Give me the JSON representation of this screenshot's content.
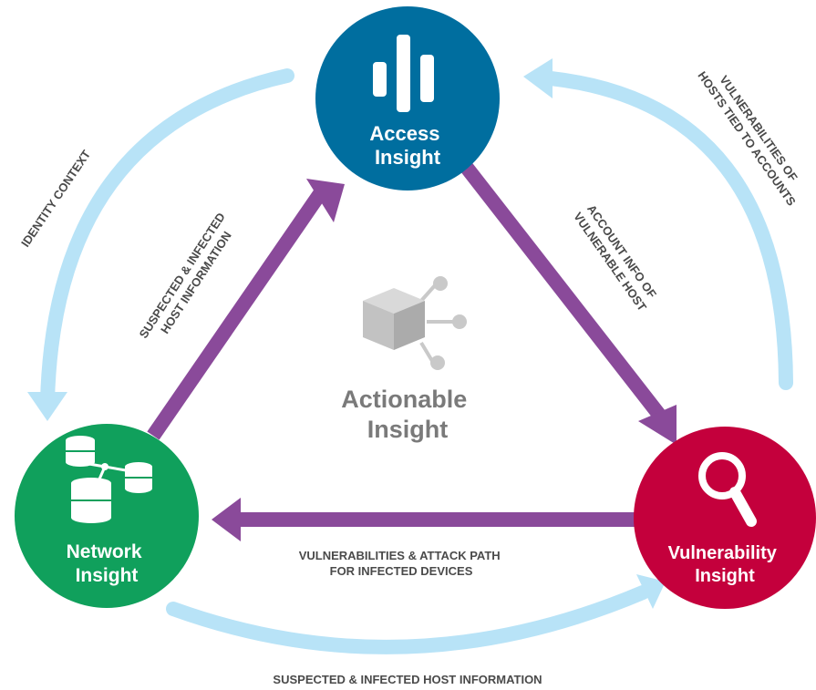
{
  "nodes": {
    "access": {
      "line1": "Access",
      "line2": "Insight",
      "color": "#006e9f"
    },
    "network": {
      "line1": "Network",
      "line2": "Insight",
      "color": "#10a05c"
    },
    "vulnerability": {
      "line1": "Vulnerability",
      "line2": "Insight",
      "color": "#c4003c"
    }
  },
  "center": {
    "line1": "Actionable",
    "line2": "Insight",
    "icon": "cube-network-icon"
  },
  "flows": {
    "network_to_access": {
      "line1": "SUSPECTED & INFECTED",
      "line2": "HOST INFORMATION"
    },
    "access_to_vulnerability": {
      "line1": "ACCOUNT INFO OF",
      "line2": "VULNERABLE HOST"
    },
    "vulnerability_to_network": {
      "line1": "VULNERABILITIES & ATTACK PATH",
      "line2": "FOR INFECTED DEVICES"
    },
    "access_to_network_outer": {
      "line1": "IDENTITY CONTEXT"
    },
    "vulnerability_to_access_outer": {
      "line1": "VULNERABILITIES OF",
      "line2": "HOSTS TIED TO ACCOUNTS"
    },
    "network_to_vulnerability_outer": {
      "line1": "SUSPECTED & INFECTED HOST INFORMATION"
    }
  },
  "colors": {
    "inner_arrow": "#8a4a9a",
    "outer_arrow": "#b8e3f7",
    "label_text": "#4a4a4a",
    "center_text": "#7a7a7a",
    "center_icon": "#c9c9c9"
  }
}
